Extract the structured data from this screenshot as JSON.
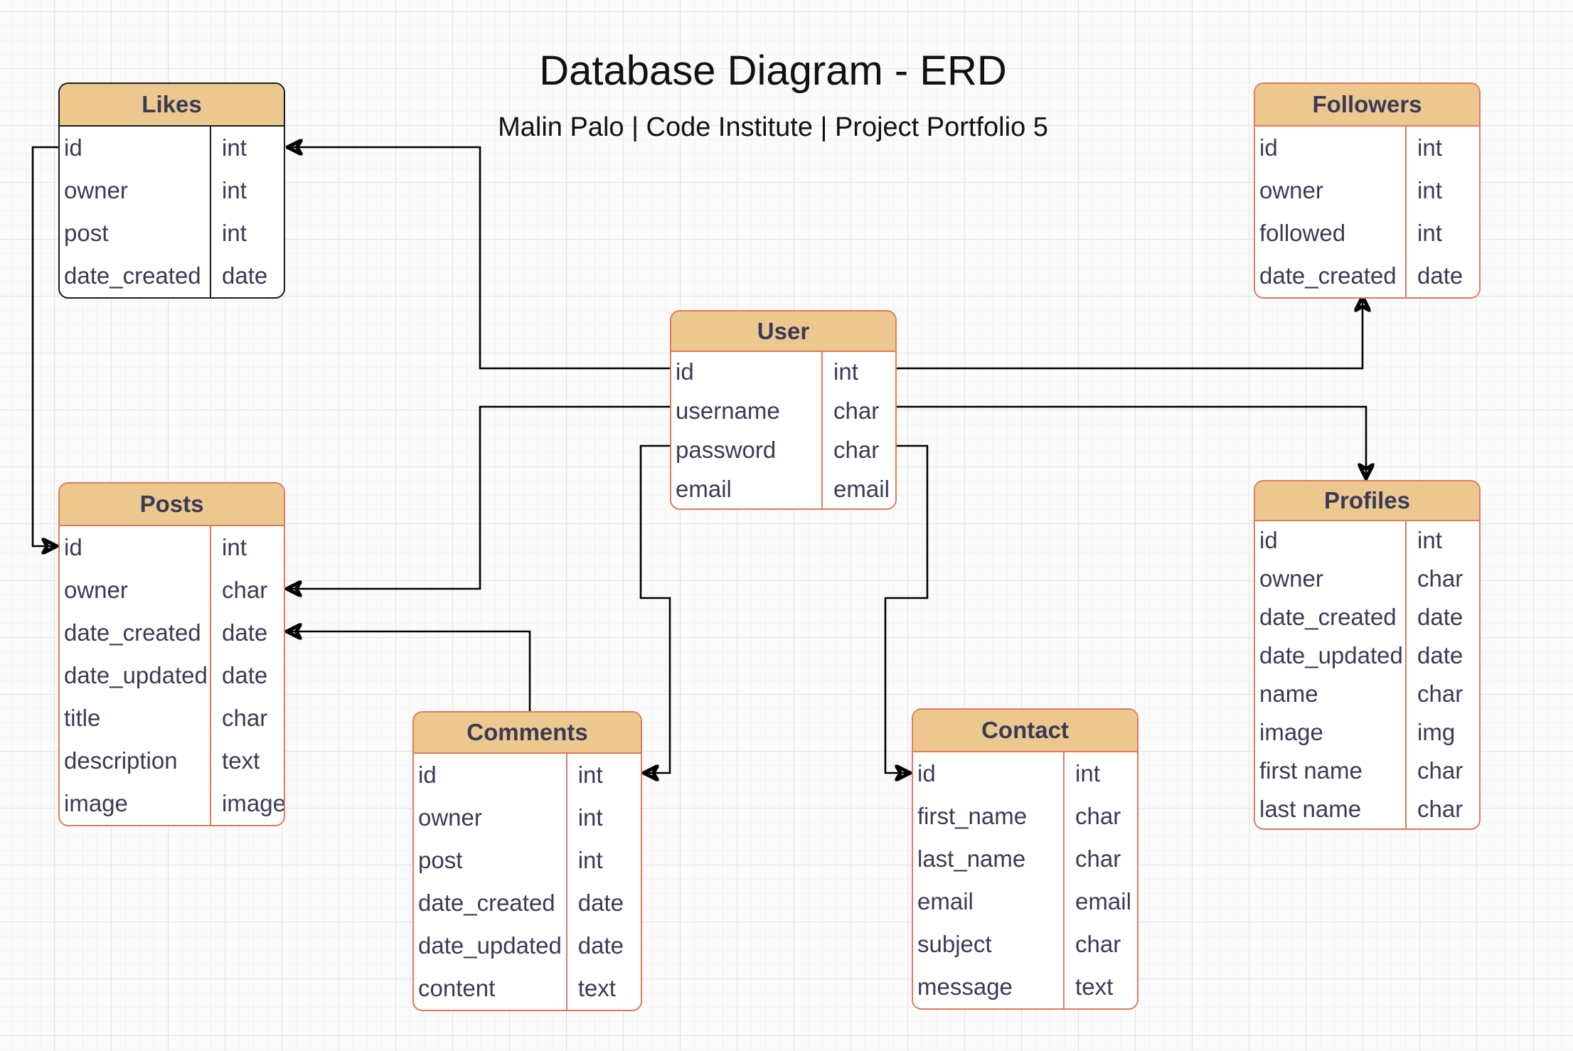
{
  "page": {
    "title": "Database Diagram - ERD",
    "subtitle": "Malin Palo | Code Institute | Project Portfolio 5"
  },
  "colors": {
    "header_fill": "#ecc88f",
    "entity_border": "#e07a5a",
    "likes_border": "#1a1a1a",
    "field_text": "#3b3a56",
    "connector": "#000000",
    "canvas_background": "#fbfbfb"
  },
  "tables": [
    {
      "name": "Likes",
      "fields": [
        {
          "name": "id",
          "type": "int"
        },
        {
          "name": "owner",
          "type": "int"
        },
        {
          "name": "post",
          "type": "int"
        },
        {
          "name": "date_created",
          "type": "date"
        }
      ]
    },
    {
      "name": "Followers",
      "fields": [
        {
          "name": "id",
          "type": "int"
        },
        {
          "name": "owner",
          "type": "int"
        },
        {
          "name": "followed",
          "type": "int"
        },
        {
          "name": "date_created",
          "type": "date"
        }
      ]
    },
    {
      "name": "User",
      "fields": [
        {
          "name": "id",
          "type": "int"
        },
        {
          "name": "username",
          "type": "char"
        },
        {
          "name": "password",
          "type": "char"
        },
        {
          "name": "email",
          "type": "email"
        }
      ]
    },
    {
      "name": "Posts",
      "fields": [
        {
          "name": "id",
          "type": "int"
        },
        {
          "name": "owner",
          "type": "char"
        },
        {
          "name": "date_created",
          "type": "date"
        },
        {
          "name": "date_updated",
          "type": "date"
        },
        {
          "name": "title",
          "type": "char"
        },
        {
          "name": "description",
          "type": "text"
        },
        {
          "name": "image",
          "type": "image"
        }
      ]
    },
    {
      "name": "Profiles",
      "fields": [
        {
          "name": "id",
          "type": "int"
        },
        {
          "name": "owner",
          "type": "char"
        },
        {
          "name": "date_created",
          "type": "date"
        },
        {
          "name": "date_updated",
          "type": "date"
        },
        {
          "name": "name",
          "type": "char"
        },
        {
          "name": "image",
          "type": "img"
        },
        {
          "name": "first name",
          "type": "char"
        },
        {
          "name": "last name",
          "type": "char"
        }
      ]
    },
    {
      "name": "Comments",
      "fields": [
        {
          "name": "id",
          "type": "int"
        },
        {
          "name": "owner",
          "type": "int"
        },
        {
          "name": "post",
          "type": "int"
        },
        {
          "name": "date_created",
          "type": "date"
        },
        {
          "name": "date_updated",
          "type": "date"
        },
        {
          "name": "content",
          "type": "text"
        }
      ]
    },
    {
      "name": "Contact",
      "fields": [
        {
          "name": "id",
          "type": "int"
        },
        {
          "name": "first_name",
          "type": "char"
        },
        {
          "name": "last_name",
          "type": "char"
        },
        {
          "name": "email",
          "type": "email"
        },
        {
          "name": "subject",
          "type": "char"
        },
        {
          "name": "message",
          "type": "text"
        }
      ]
    }
  ],
  "connections": [
    {
      "from": "User.id",
      "to": "Likes.id"
    },
    {
      "from": "Likes.id",
      "to": "Posts.id"
    },
    {
      "from": "User.username",
      "to": "Posts.owner"
    },
    {
      "from": "Comments",
      "to": "Posts.date_created"
    },
    {
      "from": "User.password",
      "to": "Comments.id"
    },
    {
      "from": "User.id",
      "to": "Followers"
    },
    {
      "from": "User.username",
      "to": "Profiles"
    },
    {
      "from": "User.password",
      "to": "Contact.id"
    }
  ]
}
